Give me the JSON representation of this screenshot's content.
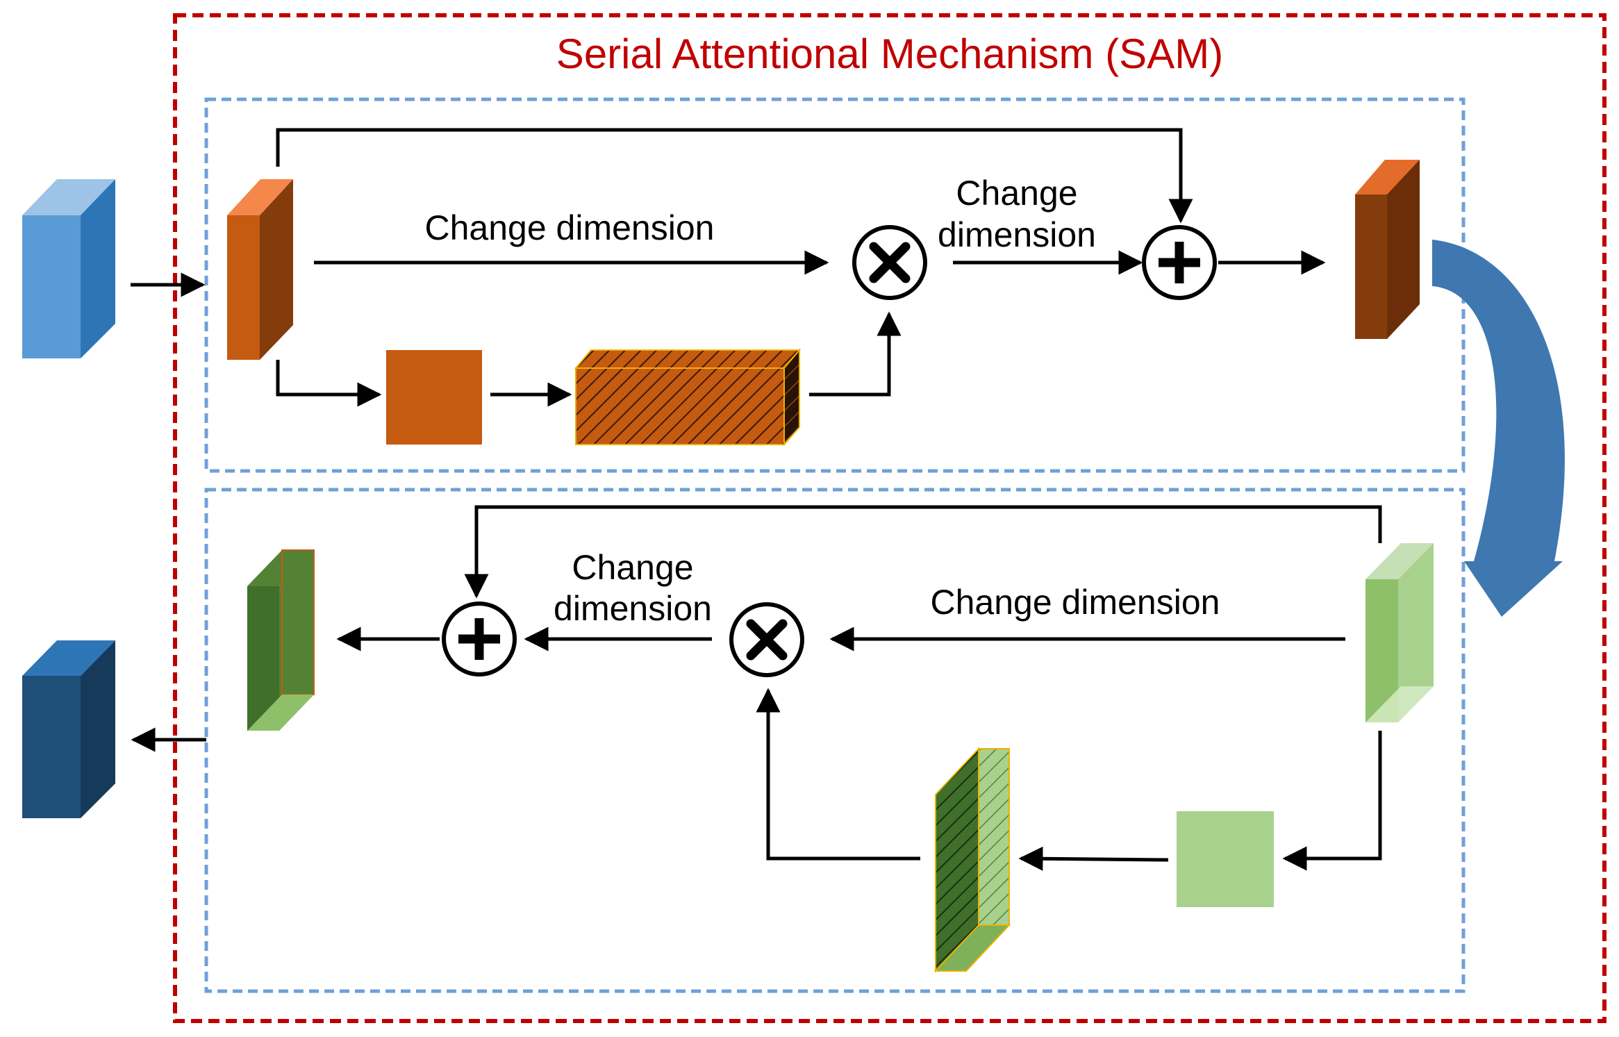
{
  "title": "Serial Attentional Mechanism (SAM)",
  "labels": {
    "top_change_dim_1": "Change dimension",
    "top_change_dim_2_line1": "Change",
    "top_change_dim_2_line2": "dimension",
    "bottom_change_dim_1": "Change dimension",
    "bottom_change_dim_2_line1": "Change",
    "bottom_change_dim_2_line2": "dimension"
  },
  "operators": {
    "multiply": "×",
    "add": "+"
  },
  "colors": {
    "outer_border": "#c00000",
    "inner_border": "#6fa0d8",
    "title": "#c00000",
    "orange_front": "#c55a11",
    "orange_side": "#843c0c",
    "orange_top": "#f4874a",
    "green_front": "#a9d18e",
    "green_dark": "#3f6f2a",
    "green_mid": "#548235",
    "blue_input_front": "#5b9bd5",
    "blue_input_side": "#2e75b6",
    "blue_input_top": "#9dc3e6",
    "blue_output_front": "#1f4e79",
    "blue_output_side": "#163a5a",
    "blue_output_top": "#2e75b6",
    "curved_arrow": "#3f77b0"
  }
}
